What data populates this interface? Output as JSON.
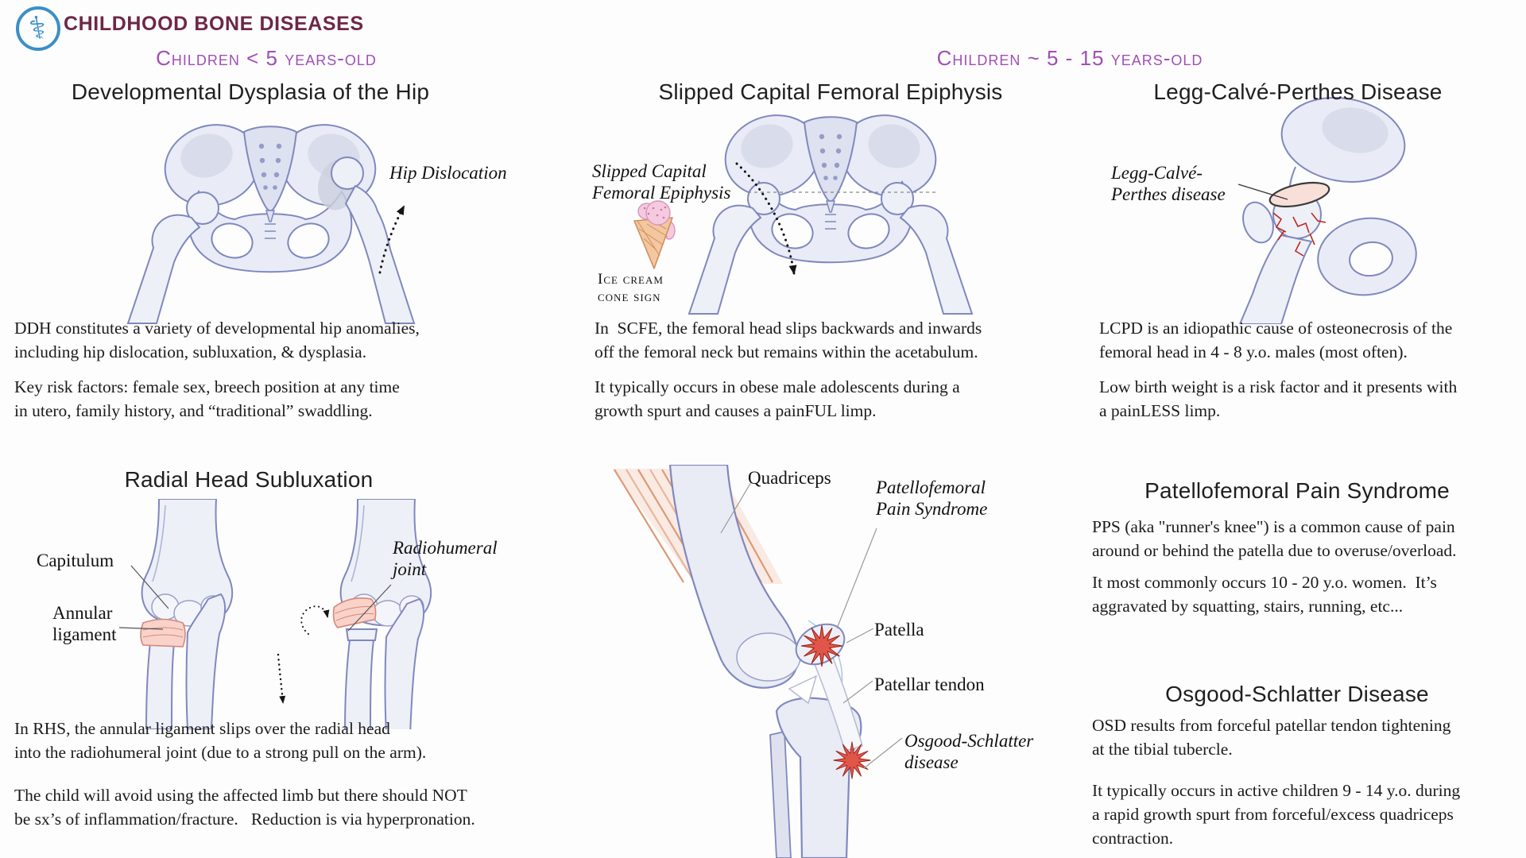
{
  "header": {
    "title": "CHILDHOOD BONE DISEASES",
    "logo_icon": "staff-of-asclepius",
    "logo_glyph": "⚕"
  },
  "age_groups": {
    "left": "Children < 5 years-old",
    "right": "Children ~ 5 - 15 years-old"
  },
  "ddh": {
    "title": "Developmental Dysplasia of the Hip",
    "hip_dislocation_label": "Hip Dislocation",
    "p1": "DDH constitutes a variety of developmental hip anomalies,\nincluding hip dislocation, subluxation, & dysplasia.",
    "p2": "Key risk factors: female sex, breech position at any time\nin utero, family history, and “traditional” swaddling."
  },
  "scfe": {
    "title": "Slipped Capital Femoral Epiphysis",
    "callout": "Slipped Capital\nFemoral Epiphysis",
    "icon": "ice-cream-cone-icon",
    "icon_caption": "Ice cream\ncone sign",
    "p1": "In  SCFE, the femoral head slips backwards and inwards\noff the femoral neck but remains within the acetabulum.",
    "p2": "It typically occurs in obese male adolescents during a\ngrowth spurt and causes a painFUL limp."
  },
  "lcpd": {
    "title": "Legg-Calvé-Perthes Disease",
    "callout": "Legg-Calvé-\nPerthes disease",
    "p1": "LCPD is an idiopathic cause of osteonecrosis of the\nfemoral head in 4 - 8 y.o. males (most often).",
    "p2": "Low birth weight is a risk factor and it presents with\na painLESS limp."
  },
  "rhs": {
    "title": "Radial Head Subluxation",
    "capitulum_label": "Capitulum",
    "annular_ligament_label": "Annular\nligament",
    "radiohumeral_joint_label": "Radiohumeral\njoint",
    "p1": "In RHS, the annular ligament slips over the radial head\ninto the radiohumeral joint (due to a strong pull on the arm).",
    "p2": "The child will avoid using the affected limb but there should NOT\nbe sx’s of inflammation/fracture.   Reduction is via hyperpronation."
  },
  "knee": {
    "quadriceps_label": "Quadriceps",
    "pps_callout": "Patellofemoral\nPain Syndrome",
    "patella_label": "Patella",
    "patellar_tendon_label": "Patellar tendon",
    "osd_callout": "Osgood-Schlatter\ndisease"
  },
  "pps": {
    "title": "Patellofemoral Pain Syndrome",
    "p1": "PPS (aka \"runner's knee\") is a common cause of pain\naround or behind the patella due to overuse/overload.",
    "p2": "It most commonly occurs 10 - 20 y.o. women.  It’s\naggravated by squatting, stairs, running, etc..."
  },
  "osd": {
    "title": "Osgood-Schlatter Disease",
    "p1": "OSD results from forceful patellar tendon tightening\nat the tibial tubercle.",
    "p2": "It typically occurs in active children 9 - 14 y.o. during\na rapid growth spurt from forceful/excess quadriceps\ncontraction."
  },
  "colors": {
    "title_maroon": "#6e2746",
    "age_purple": "#a04fb5",
    "logo_blue": "#3a8fc7",
    "bone_outline": "#8088be",
    "bone_fill": "#e9ecf6",
    "ligament_pink": "#f9d2c9",
    "alert_red": "#e0564a",
    "text": "#1b1b1b"
  }
}
